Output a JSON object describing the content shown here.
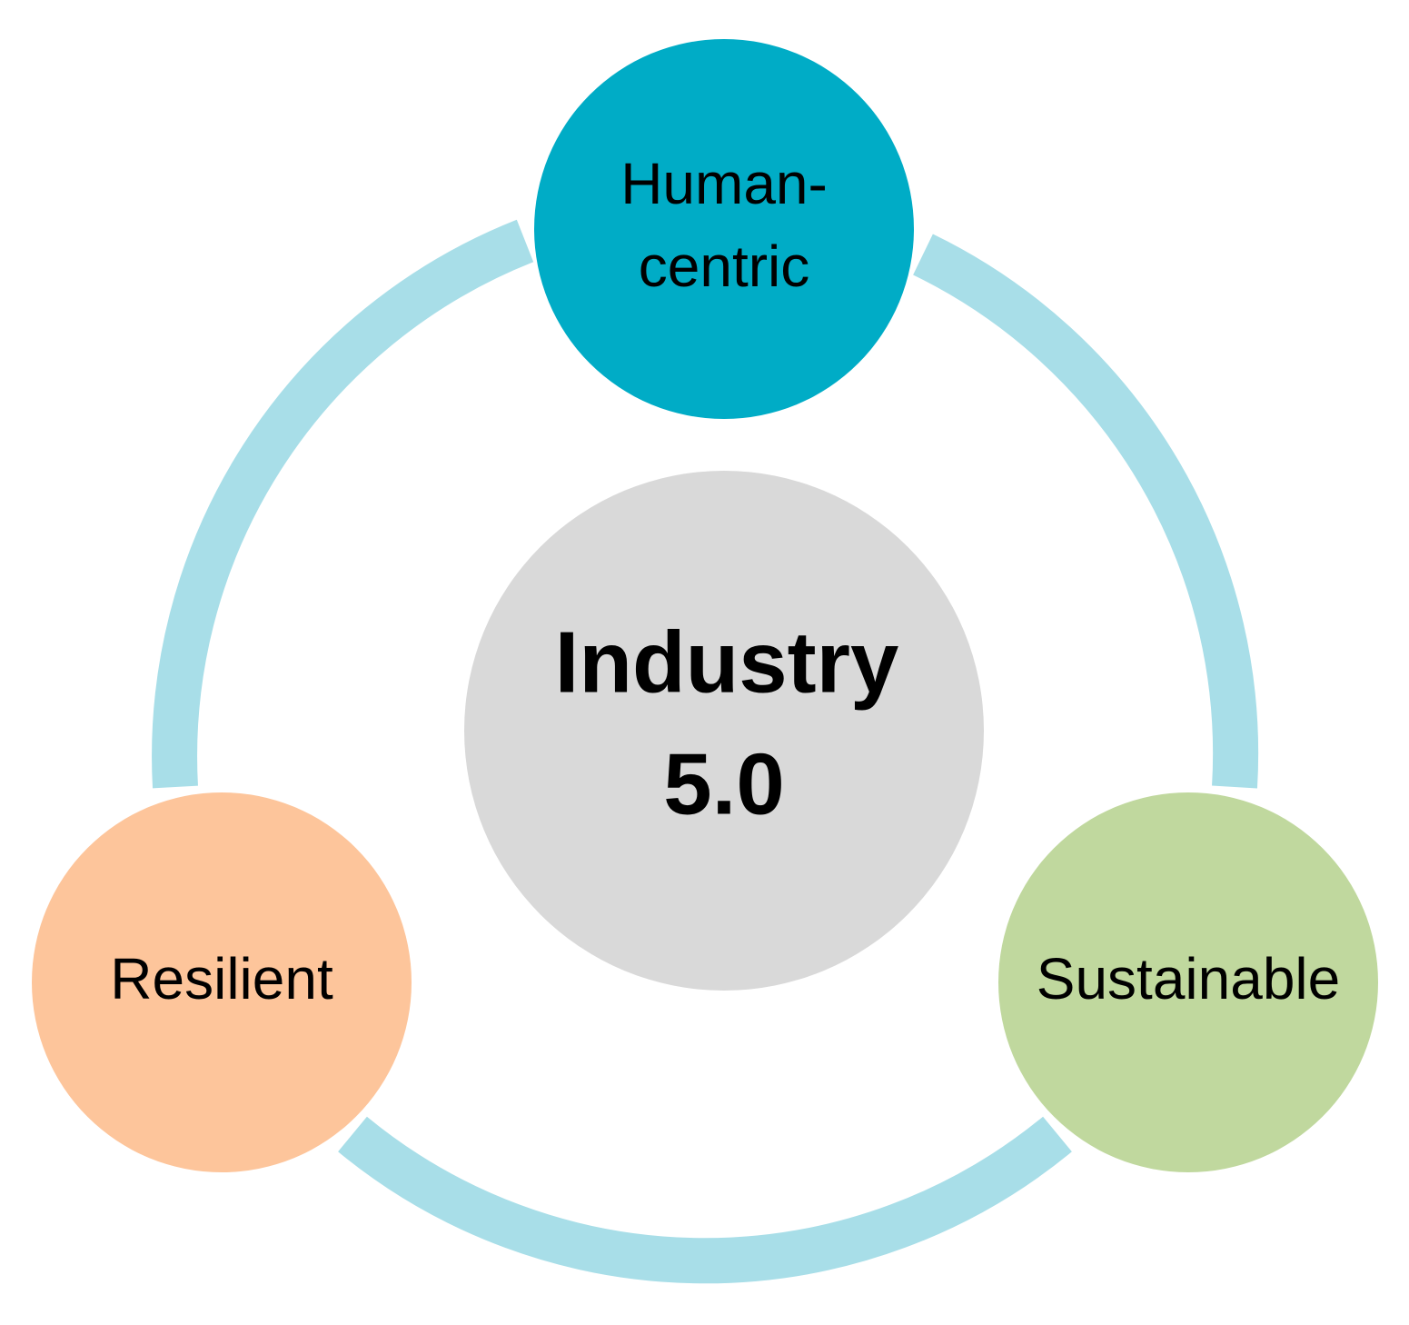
{
  "center": {
    "line1": "Industry",
    "line2": "5.0",
    "color": "#d9d9d9"
  },
  "nodes": {
    "human_centric": {
      "line1": "Human-",
      "line2": "centric",
      "color": "#00acc6"
    },
    "resilient": {
      "label": "Resilient",
      "color": "#fdc59b"
    },
    "sustainable": {
      "label": "Sustainable",
      "color": "#c0d89e"
    }
  },
  "ring": {
    "color": "#a8dee8"
  }
}
